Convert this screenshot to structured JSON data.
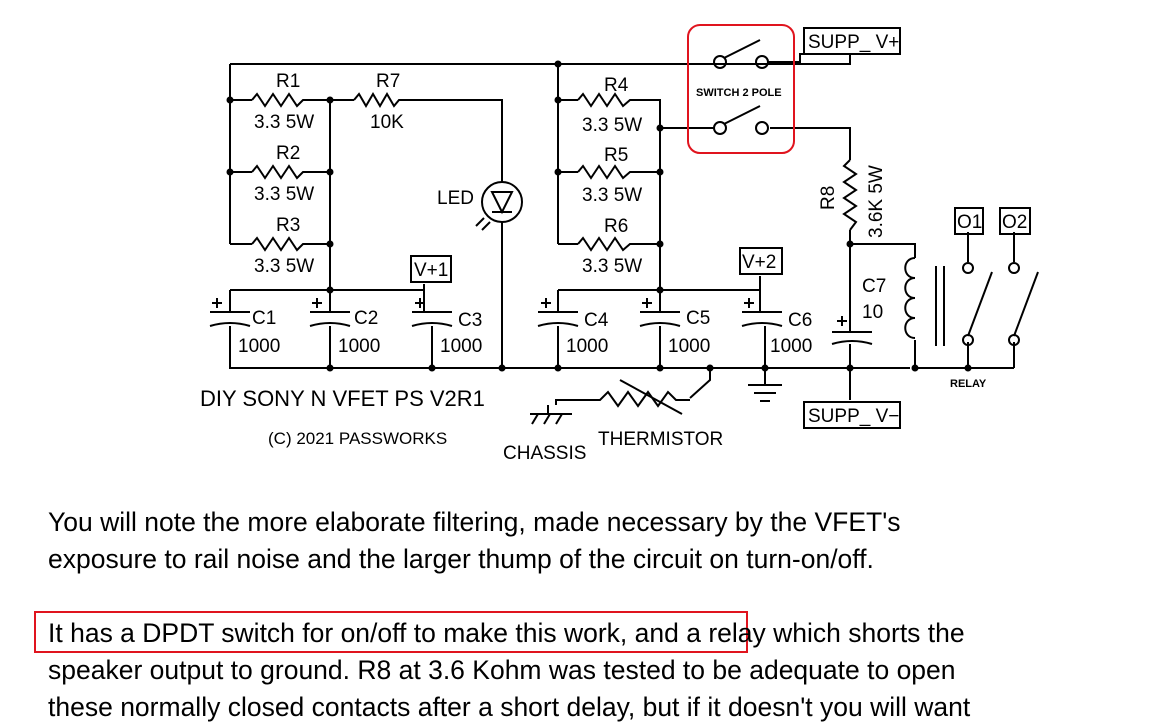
{
  "schematic": {
    "title": "DIY SONY N VFET PS V2R1",
    "copyright": "(C) 2021 PASSWORKS",
    "switch_label": "SWITCH 2 POLE",
    "relay_label": "RELAY",
    "led_label": "LED",
    "chassis_label": "CHASSIS",
    "thermistor_label": "THERMISTOR",
    "ports": {
      "supp_pos": "SUPP_ V+",
      "supp_neg": "SUPP_ V−",
      "v1": "V+1",
      "v2": "V+2",
      "o1": "O1",
      "o2": "O2"
    },
    "resistors": [
      {
        "ref": "R1",
        "value": "3.3 5W"
      },
      {
        "ref": "R2",
        "value": "3.3 5W"
      },
      {
        "ref": "R3",
        "value": "3.3 5W"
      },
      {
        "ref": "R7",
        "value": "10K"
      },
      {
        "ref": "R4",
        "value": "3.3 5W"
      },
      {
        "ref": "R5",
        "value": "3.3 5W"
      },
      {
        "ref": "R6",
        "value": "3.3 5W"
      },
      {
        "ref": "R8",
        "value": "3.6K 5W"
      }
    ],
    "capacitors": [
      {
        "ref": "C1",
        "value": "1000"
      },
      {
        "ref": "C2",
        "value": "1000"
      },
      {
        "ref": "C3",
        "value": "1000"
      },
      {
        "ref": "C4",
        "value": "1000"
      },
      {
        "ref": "C5",
        "value": "1000"
      },
      {
        "ref": "C6",
        "value": "1000"
      },
      {
        "ref": "C7",
        "value": "10"
      }
    ]
  },
  "text": {
    "para1_line1": "You will note the more elaborate filtering, made necessary by the VFET's",
    "para1_line2": "exposure to rail noise and the larger thump of the circuit on turn-on/off.",
    "para2_highlight": "It has a DPDT switch for on/off to make this work,",
    "para2_line1_rest": " and a relay which shorts the",
    "para2_line2": "speaker output to ground.  R8 at 3.6 Kohm was tested to be adequate to open",
    "para2_line3": "these normally closed contacts after a short delay, but if it doesn't you will want"
  }
}
